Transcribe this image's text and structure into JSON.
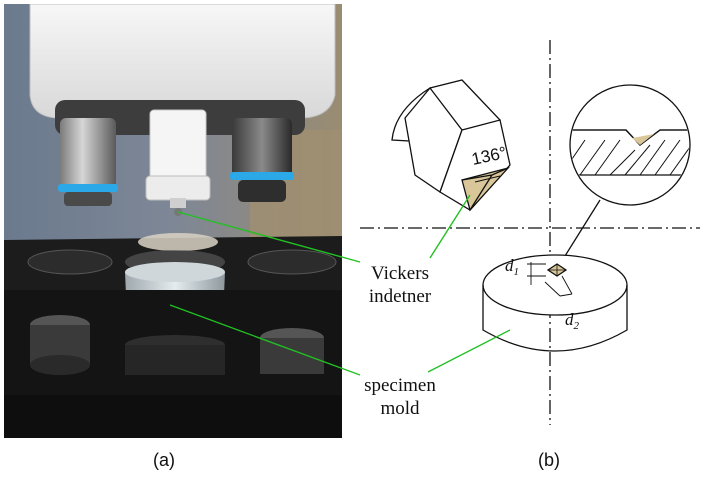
{
  "figure": {
    "panel_a_label": "(a)",
    "panel_b_label": "(b)",
    "callouts": {
      "indenter_line1": "Vickers",
      "indenter_line2": "indetner",
      "specimen_line1": "specimen",
      "specimen_line2": "mold"
    },
    "indenter_angle": "136°",
    "dimension_labels": {
      "d1_base": "d",
      "d1_sub": "1",
      "d2_base": "d",
      "d2_sub": "2"
    },
    "colors": {
      "leader_line": "#22c022",
      "drawing_stroke": "#111111",
      "indent_fill": "#d9c79a",
      "microscope_body": "#f2f2f2",
      "stage": "#1c1c1c",
      "objective_ring": "#2aa8e8"
    }
  }
}
